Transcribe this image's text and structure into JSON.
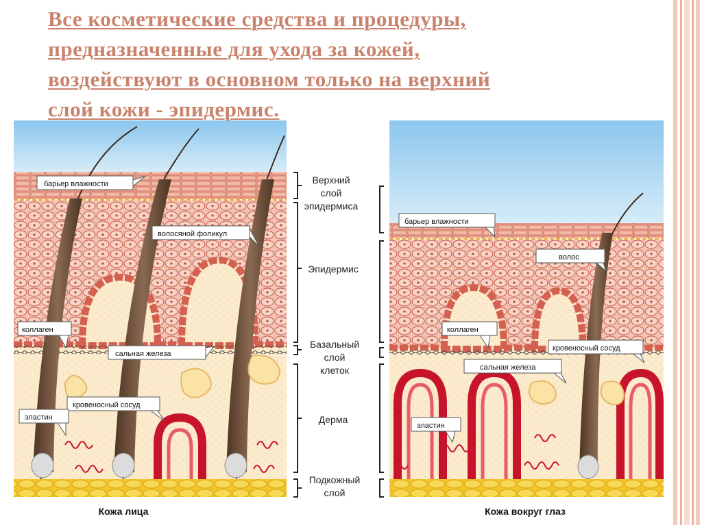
{
  "title_lines": [
    "Все косметические средства и процедуры,",
    "предназначенные для ухода за кожей,",
    "воздействуют в основном только на верхний",
    "слой кожи - эпидермис."
  ],
  "left_panel": {
    "caption": "Кожа лица",
    "callouts": {
      "moisture_barrier": "барьер влажности",
      "hair_follicle": "волосяной фоликул",
      "collagen": "коллаген",
      "sebaceous_gland": "сальная железа",
      "blood_vessel": "кровеносный сосуд",
      "elastin": "эластин"
    }
  },
  "right_panel": {
    "caption": "Кожа вокруг глаз",
    "callouts": {
      "moisture_barrier": "барьер влажности",
      "hair": "волос",
      "collagen": "коллаген",
      "blood_vessel": "кровеносный сосуд",
      "sebaceous_gland": "сальная железа",
      "elastin": "эластин"
    }
  },
  "layer_labels": {
    "upper_epidermis": [
      "Верхний",
      "слой",
      "эпидермиса"
    ],
    "epidermis": "Эпидермис",
    "basal_layer": [
      "Базальный",
      "слой",
      "клеток"
    ],
    "dermis": "Дерма",
    "subcutaneous": [
      "Подкожный",
      "слой"
    ]
  },
  "colors": {
    "title": "#c9826b",
    "sky": "#a9d4ef",
    "epidermis": "#f2c3b4",
    "cell_outline": "#c8553f",
    "basal_cells": "#d4604f",
    "dermis": "#fbeacc",
    "fat": "#f2c52b",
    "vessel": "#c8142a",
    "hair": "#6b4a35"
  }
}
